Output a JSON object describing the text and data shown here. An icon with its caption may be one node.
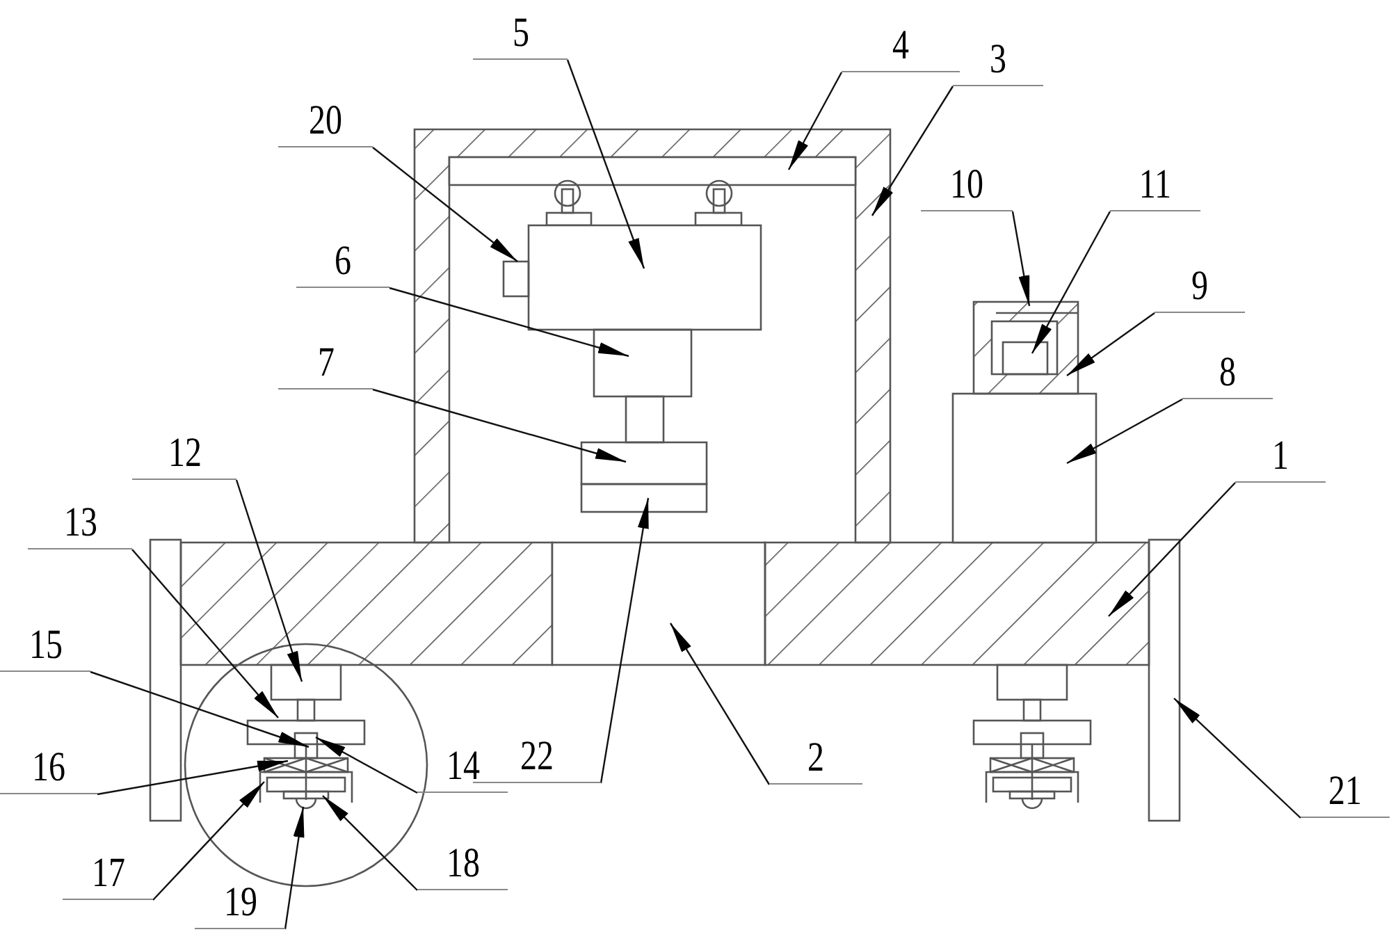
{
  "diagram": {
    "nodes": [
      {
        "text": [
          "5"
        ]
      },
      {
        "text": [
          "4"
        ]
      },
      {
        "text": [
          "3"
        ]
      },
      {
        "text": [
          "20"
        ]
      },
      {
        "text": [
          "10"
        ]
      },
      {
        "text": [
          "11"
        ]
      },
      {
        "text": [
          "6"
        ]
      },
      {
        "text": [
          "9"
        ]
      },
      {
        "text": [
          "7"
        ]
      },
      {
        "text": [
          "8"
        ]
      },
      {
        "text": [
          "12"
        ]
      },
      {
        "text": [
          "1"
        ]
      },
      {
        "text": [
          "13"
        ]
      },
      {
        "text": [
          "15"
        ]
      },
      {
        "text": [
          "2"
        ]
      },
      {
        "text": [
          "16"
        ]
      },
      {
        "text": [
          "14"
        ]
      },
      {
        "text": [
          "22"
        ]
      },
      {
        "text": [
          "21"
        ]
      },
      {
        "text": [
          "17"
        ]
      },
      {
        "text": [
          "18"
        ]
      },
      {
        "text": [
          "19"
        ]
      }
    ],
    "edges": [
      {
        "from": 0,
        "to": null,
        "arrow": "to"
      },
      {
        "from": 1,
        "to": null,
        "arrow": "to"
      },
      {
        "from": 2,
        "to": null,
        "arrow": "to"
      },
      {
        "from": 3,
        "to": null,
        "arrow": "to"
      },
      {
        "from": 4,
        "to": null,
        "arrow": "to"
      },
      {
        "from": 5,
        "to": null,
        "arrow": "to"
      },
      {
        "from": 6,
        "to": null,
        "arrow": "to"
      },
      {
        "from": 7,
        "to": null,
        "arrow": "to"
      },
      {
        "from": 8,
        "to": null,
        "arrow": "to"
      },
      {
        "from": 9,
        "to": null,
        "arrow": "to"
      },
      {
        "from": 10,
        "to": null,
        "arrow": "to"
      },
      {
        "from": 11,
        "to": null,
        "arrow": "to"
      },
      {
        "from": 12,
        "to": null,
        "arrow": "to"
      },
      {
        "from": 13,
        "to": null,
        "arrow": "to"
      },
      {
        "from": 14,
        "to": null,
        "arrow": "to"
      },
      {
        "from": 15,
        "to": null,
        "arrow": "to"
      },
      {
        "from": 16,
        "to": null,
        "arrow": "to"
      },
      {
        "from": 17,
        "to": null,
        "arrow": "to"
      },
      {
        "from": 18,
        "to": null,
        "arrow": "to"
      },
      {
        "from": 19,
        "to": null,
        "arrow": "to"
      },
      {
        "from": 20,
        "to": null,
        "arrow": "to"
      },
      {
        "from": 21,
        "to": null,
        "arrow": "to"
      }
    ]
  }
}
